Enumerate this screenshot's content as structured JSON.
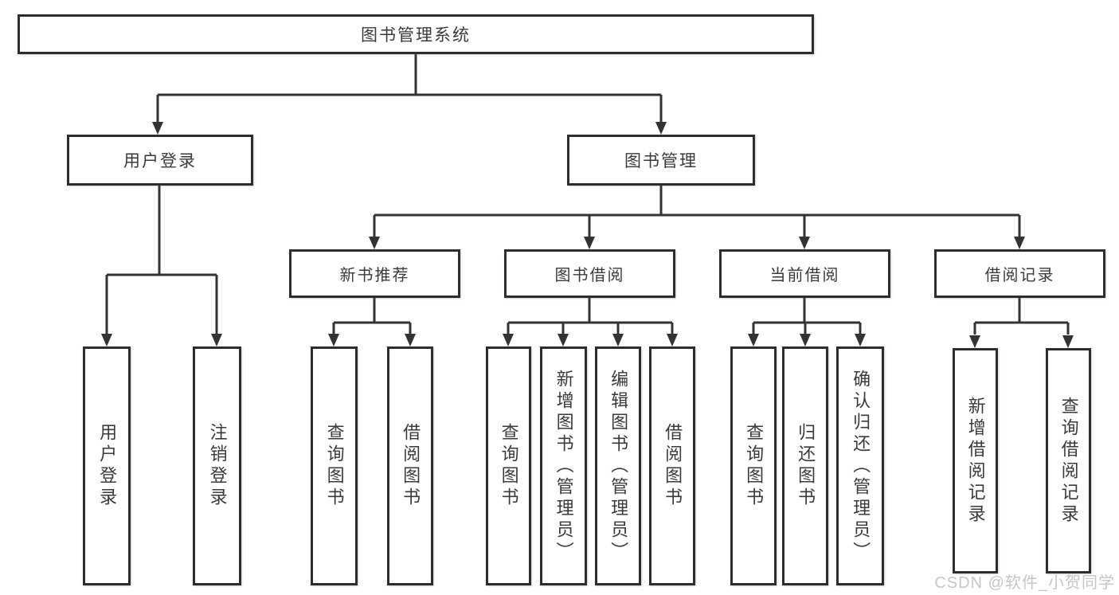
{
  "diagram": {
    "root": {
      "label": "图书管理系统"
    },
    "user_login": {
      "label": "用户登录",
      "children": [
        "用户登录",
        "注销登录"
      ]
    },
    "book_management": {
      "label": "图书管理",
      "sections": {
        "new_books": {
          "label": "新书推荐",
          "children": [
            "查询图书",
            "借阅图书"
          ]
        },
        "borrowing": {
          "label": "图书借阅",
          "children": [
            "查询图书",
            "新增图书（管理员）",
            "编辑图书（管理员）",
            "借阅图书"
          ]
        },
        "current": {
          "label": "当前借阅",
          "children": [
            "查询图书",
            "归还图书",
            "确认归还（管理员）"
          ]
        },
        "records": {
          "label": "借阅记录",
          "children": [
            "新增借阅记录",
            "查询借阅记录"
          ]
        }
      }
    }
  },
  "colors": {
    "line": "#333333",
    "border": "#2d2d2d",
    "text": "#3a3a3a",
    "watermark": "#c7c5c5",
    "background": "#ffffff"
  },
  "watermark": "CSDN @软件_小贺同学"
}
